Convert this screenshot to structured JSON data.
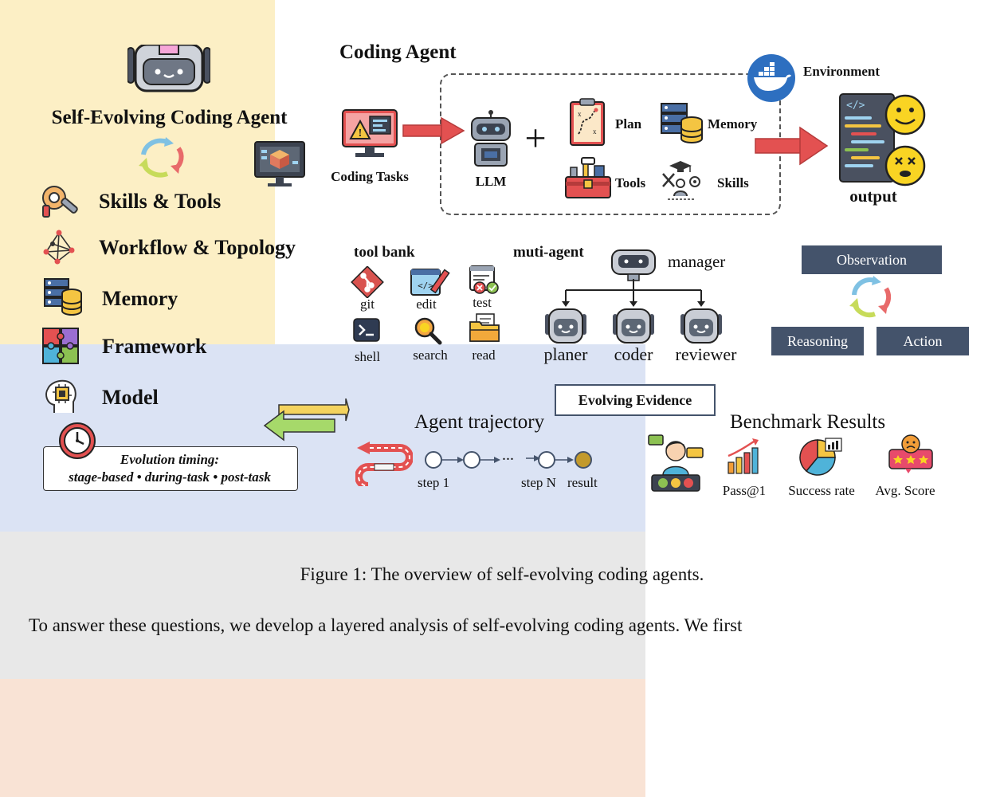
{
  "left": {
    "title": "Self-Evolving Coding Agent",
    "items": [
      {
        "label": "Skills & Tools",
        "icon": "wrench-gear-icon"
      },
      {
        "label": "Workflow & Topology",
        "icon": "network-topology-icon"
      },
      {
        "label": "Memory",
        "icon": "database-icon"
      },
      {
        "label": "Framework",
        "icon": "puzzle-icon"
      },
      {
        "label": "Model",
        "icon": "ai-head-icon"
      }
    ],
    "timing_title": "Evolution timing:",
    "timing_detail": "stage-based • during-task • post-task"
  },
  "coding": {
    "title": "Coding Agent",
    "tasks_label": "Coding Tasks",
    "llm_label": "LLM",
    "plus": "+",
    "plan_label": "Plan",
    "memory_label": "Memory",
    "tools_label": "Tools",
    "skills_label": "Skills",
    "environment_label": "Environment",
    "output_label": "output"
  },
  "middle": {
    "toolbank_title": "tool bank",
    "tools": [
      "git",
      "edit",
      "test",
      "shell",
      "search",
      "read"
    ],
    "multiagent_title": "muti-agent",
    "manager_label": "manager",
    "agents": [
      "planer",
      "coder",
      "reviewer"
    ],
    "observation": "Observation",
    "reasoning": "Reasoning",
    "action": "Action"
  },
  "bottom": {
    "evidence_title": "Evolving Evidence",
    "trajectory_title": "Agent trajectory",
    "ellipsis": "...",
    "step1": "step 1",
    "stepN": "step N",
    "result": "result",
    "benchmark_title": "Benchmark Results",
    "metrics": [
      "Pass@1",
      "Success rate",
      "Avg. Score"
    ]
  },
  "caption": "Figure 1: The overview of self-evolving coding agents.",
  "body_text": "To answer these questions, we develop a layered analysis of self-evolving coding agents. We first",
  "colors": {
    "left_bg": "#fcefc5",
    "coding_bg": "#dbe3f4",
    "middle_bg": "#e8e8e8",
    "bottom_bg": "#f9e3d5",
    "dark_box": "#44536b",
    "red_arrow": "#e35151",
    "cycle_blue": "#7fc1e3",
    "cycle_green": "#c7db5a",
    "cycle_red": "#e86a6a"
  }
}
